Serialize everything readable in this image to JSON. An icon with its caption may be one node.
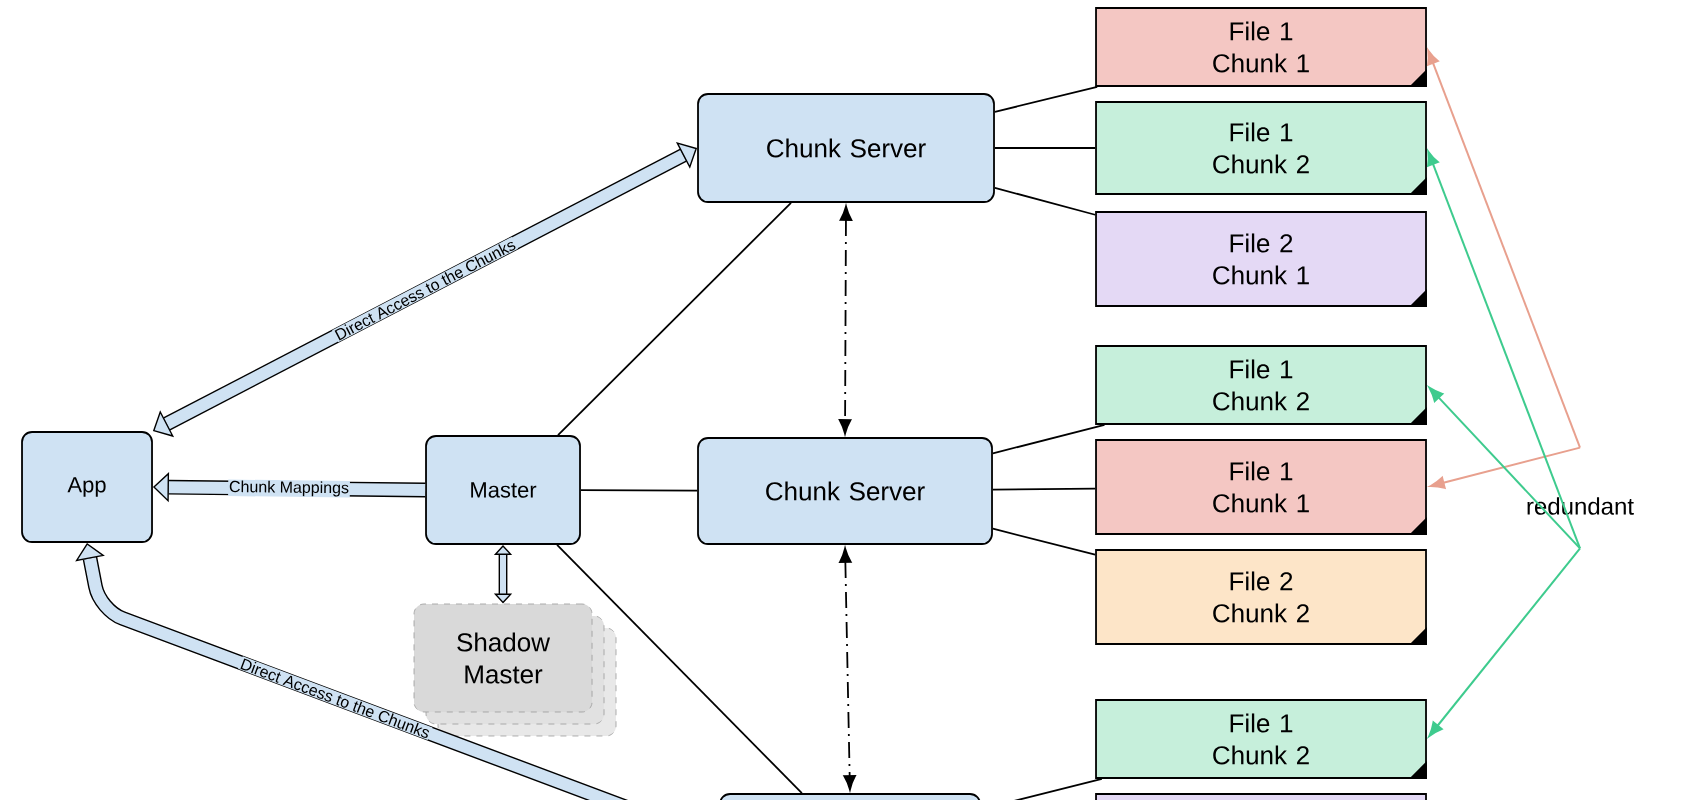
{
  "diagram": {
    "nodes": [
      {
        "text": [
          "App"
        ]
      },
      {
        "text": [
          "Master"
        ]
      },
      {
        "text": [
          "Shadow Master"
        ]
      },
      {
        "text": [
          "Chunk Server"
        ]
      },
      {
        "text": [
          "Chunk Server"
        ]
      },
      {
        "text": [],
        "shape": "box"
      },
      {
        "text": [
          "File 1 Chunk 1"
        ]
      },
      {
        "text": [
          "File 1 Chunk 2"
        ]
      },
      {
        "text": [
          "File 2 Chunk 1"
        ]
      },
      {
        "text": [
          "File 1 Chunk 2"
        ]
      },
      {
        "text": [
          "File 1 Chunk 1"
        ]
      },
      {
        "text": [
          "File 2 Chunk 2"
        ]
      },
      {
        "text": [
          "File 1 Chunk 2"
        ]
      },
      {
        "text": [],
        "shape": "box"
      },
      {
        "text": [
          "redundant"
        ]
      }
    ],
    "edges": [
      {
        "from": 1,
        "to": 0,
        "arrow": "to",
        "label": "Chunk Mappings",
        "style": "thick"
      },
      {
        "from": 0,
        "to": 3,
        "arrow": "both",
        "label": "Direct Access to the Chunks",
        "style": "thick"
      },
      {
        "from": 5,
        "to": 0,
        "arrow": "to",
        "label": "Direct Access to the Chunks",
        "style": "thick"
      },
      {
        "from": 1,
        "to": 2,
        "arrow": "both",
        "style": "thick"
      },
      {
        "from": 1,
        "to": 3,
        "arrow": "none"
      },
      {
        "from": 1,
        "to": 4,
        "arrow": "none"
      },
      {
        "from": 1,
        "to": 5,
        "arrow": "none"
      },
      {
        "from": 3,
        "to": 4,
        "arrow": "both",
        "style": "dashed"
      },
      {
        "from": 4,
        "to": 5,
        "arrow": "both",
        "style": "dashed"
      },
      {
        "from": 3,
        "to": 6,
        "arrow": "none"
      },
      {
        "from": 3,
        "to": 7,
        "arrow": "none"
      },
      {
        "from": 3,
        "to": 8,
        "arrow": "none"
      },
      {
        "from": 4,
        "to": 9,
        "arrow": "none"
      },
      {
        "from": 4,
        "to": 10,
        "arrow": "none"
      },
      {
        "from": 4,
        "to": 11,
        "arrow": "none"
      },
      {
        "from": 5,
        "to": 12,
        "arrow": "none"
      },
      {
        "from": 14,
        "to": 6,
        "arrow": "to",
        "color": "#e8a08e"
      },
      {
        "from": 14,
        "to": 10,
        "arrow": "to",
        "color": "#e8a08e"
      },
      {
        "from": 14,
        "to": 7,
        "arrow": "to",
        "color": "#3ecb8e"
      },
      {
        "from": 14,
        "to": 9,
        "arrow": "to",
        "color": "#3ecb8e"
      },
      {
        "from": 14,
        "to": 12,
        "arrow": "to",
        "color": "#3ecb8e"
      }
    ]
  }
}
